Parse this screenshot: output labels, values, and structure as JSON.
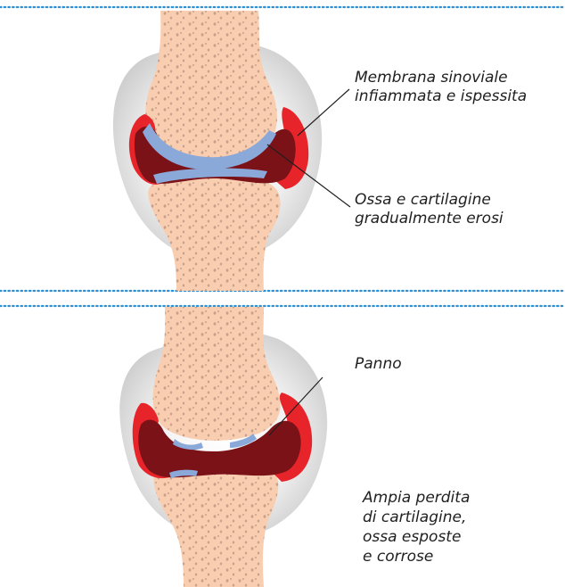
{
  "panels": [
    {
      "stage": "early",
      "labels": [
        {
          "id": "synovial",
          "text": "Membrana sinoviale\ninfiammata e ispessita"
        },
        {
          "id": "eroded",
          "text": "Ossa e cartilagine\ngradualmente erosi"
        }
      ]
    },
    {
      "stage": "advanced",
      "labels": [
        {
          "id": "pannus",
          "text": "Panno"
        },
        {
          "id": "loss",
          "text": "Ampia perdita\ndi cartilagine,\nossa esposte\ne corrose"
        }
      ]
    }
  ],
  "colors": {
    "divider": "#2f8fd0",
    "bone": "#f8cdb0",
    "bone_pores": "#c9a08a",
    "capsule": "#dcdcdc",
    "cartilage": "#8aa8d8",
    "synovium_inflamed": "#e8242b",
    "synovium_dark": "#7a1218",
    "leader_line": "#1f1f1f"
  }
}
